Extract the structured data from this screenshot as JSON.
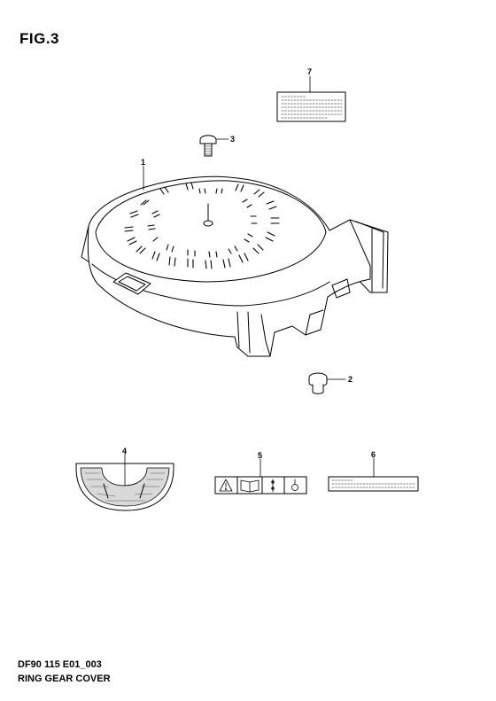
{
  "figure": {
    "title": "FIG.3"
  },
  "callouts": [
    {
      "id": "1",
      "label": "1"
    },
    {
      "id": "2",
      "label": "2"
    },
    {
      "id": "3",
      "label": "3"
    },
    {
      "id": "4",
      "label": "4"
    },
    {
      "id": "5",
      "label": "5"
    },
    {
      "id": "6",
      "label": "6"
    },
    {
      "id": "7",
      "label": "7"
    }
  ],
  "footer": {
    "code": "DF90 115 E01_003",
    "name": "RING GEAR COVER"
  }
}
